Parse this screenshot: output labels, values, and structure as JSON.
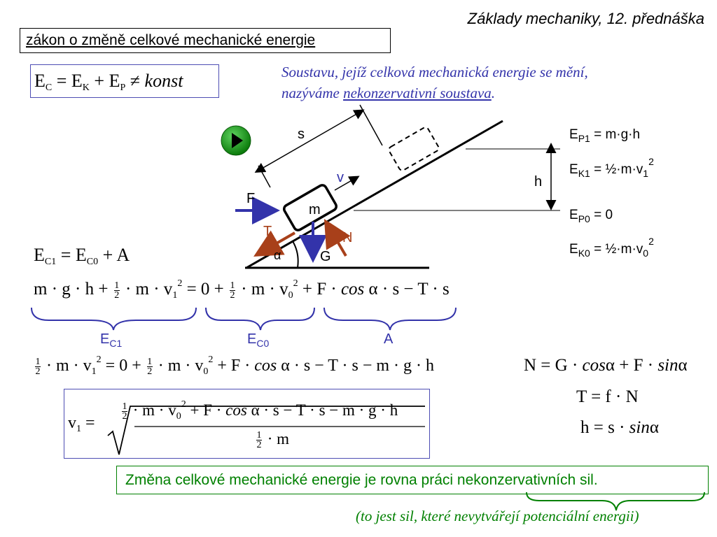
{
  "header": {
    "title": "Základy mechaniky, 12. přednáška"
  },
  "section_title": "zákon o změně celkové mechanické energie",
  "definition": {
    "lhs": "E",
    "lhs_sub": "C",
    "eq1": " = E",
    "sub_k": "K",
    "plus": " + E",
    "sub_p": "P",
    "neq": " ≠ ",
    "konst": "konst"
  },
  "intro": {
    "line1": "Soustavu, jejíž celková mechanická energie se mění,",
    "line2_prefix": "nazýváme ",
    "line2_term": "nekonzervativní soustava",
    "line2_suffix": "."
  },
  "diagram": {
    "s": "s",
    "v": "v",
    "F": "F",
    "m": "m",
    "T": "T",
    "N": "N",
    "alpha": "α",
    "G": "G",
    "h": "h",
    "play_icon": "play-button",
    "colors": {
      "force_blue": "#3333aa",
      "friction_brown": "#a8401a",
      "play_green": "#1a9a1a"
    }
  },
  "energy_labels": {
    "ep1": {
      "base": "E",
      "sub": "P1",
      "rest": " = m·g·h"
    },
    "ek1": {
      "base": "E",
      "sub": "K1",
      "rest": " = ½·m·v",
      "sub2": "1",
      "sup": "2"
    },
    "ep0": {
      "base": "E",
      "sub": "P0",
      "rest": " = 0"
    },
    "ek0": {
      "base": "E",
      "sub": "K0",
      "rest": " = ½·m·v",
      "sub2": "0",
      "sup": "2"
    }
  },
  "equation1": {
    "text": "E",
    "s1": "C1",
    "mid": " = E",
    "s2": "C0",
    "end": " + A"
  },
  "equation2": {
    "a": "m · g · h + ",
    "b": " · m · v",
    "b_sub": "1",
    "b_sup": "2",
    "c": " = 0 + ",
    "d": " · m · v",
    "d_sub": "0",
    "d_sup": "2",
    "e": " + F · ",
    "cos": "cos",
    "f": " α · s − T · s",
    "half_num": "1",
    "half_den": "2"
  },
  "braces": {
    "ec1": {
      "base": "E",
      "sub": "C1"
    },
    "ec0": {
      "base": "E",
      "sub": "C0"
    },
    "a": "A"
  },
  "equation3": {
    "b": " · m · v",
    "b_sub": "1",
    "b_sup": "2",
    "c": " = 0 + ",
    "d": " · m · v",
    "d_sub": "0",
    "d_sup": "2",
    "e": " + F · ",
    "cos": "cos",
    "f": " α · s − T · s − m · g · h"
  },
  "result": {
    "lhs": "v",
    "lhs_sub": "1",
    "eq": " = ",
    "num_b": " · m · v",
    "num_sub": "0",
    "num_sup": "2",
    "num_e": " + F · ",
    "cos": "cos",
    "num_f": " α · s − T · s − m · g · h",
    "den": " · m"
  },
  "right_equations": {
    "n": {
      "a": "N = G · ",
      "cos": "cos",
      "b": "α + F · ",
      "sin": "sin",
      "c": "α"
    },
    "t": "T = f · N",
    "h": {
      "a": "h = s · ",
      "sin": "sin",
      "b": "α"
    }
  },
  "conclusion": "Změna celkové mechanické energie je rovna práci nekonzervativních sil.",
  "footnote": "(to jest sil, které nevytvářejí potenciální energii)"
}
